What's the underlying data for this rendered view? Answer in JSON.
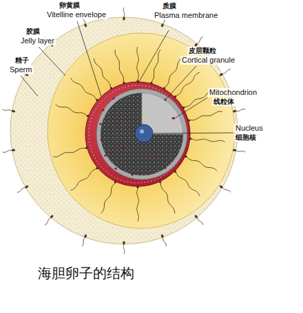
{
  "diagram": {
    "caption": "海胆卵子的结构",
    "labels": [
      "卵黄膜",
      "Vitelline envelope",
      "质膜",
      "Plasma membrane",
      "胶膜",
      "Jelly layer",
      "精子",
      "Sperm",
      "皮层颗粒",
      "Cortical granule",
      "Mitochondrion",
      "线粒体",
      "Nucleus",
      "细胞核"
    ]
  }
}
